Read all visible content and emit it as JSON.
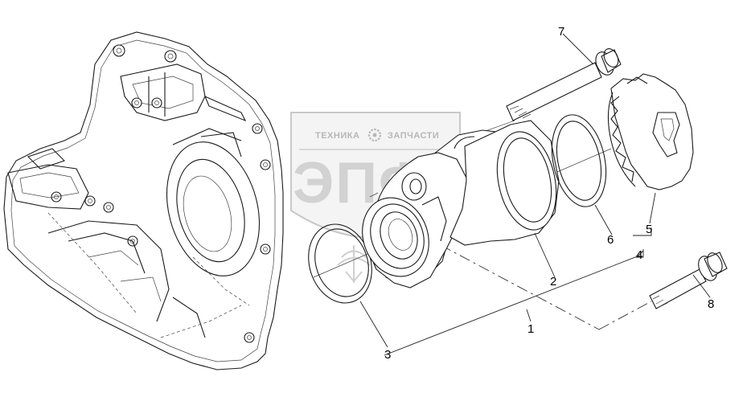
{
  "watermark": {
    "left_word": "ТЕХНИКА",
    "right_word": "ЗАПЧАСТИ",
    "logo": "ЭПФ",
    "gear_icon": "gear-icon"
  },
  "callouts": {
    "c1": "1",
    "c2": "2",
    "c3": "3",
    "c4": "4",
    "c5": "5",
    "c6": "6",
    "c7": "7",
    "c8": "8"
  }
}
